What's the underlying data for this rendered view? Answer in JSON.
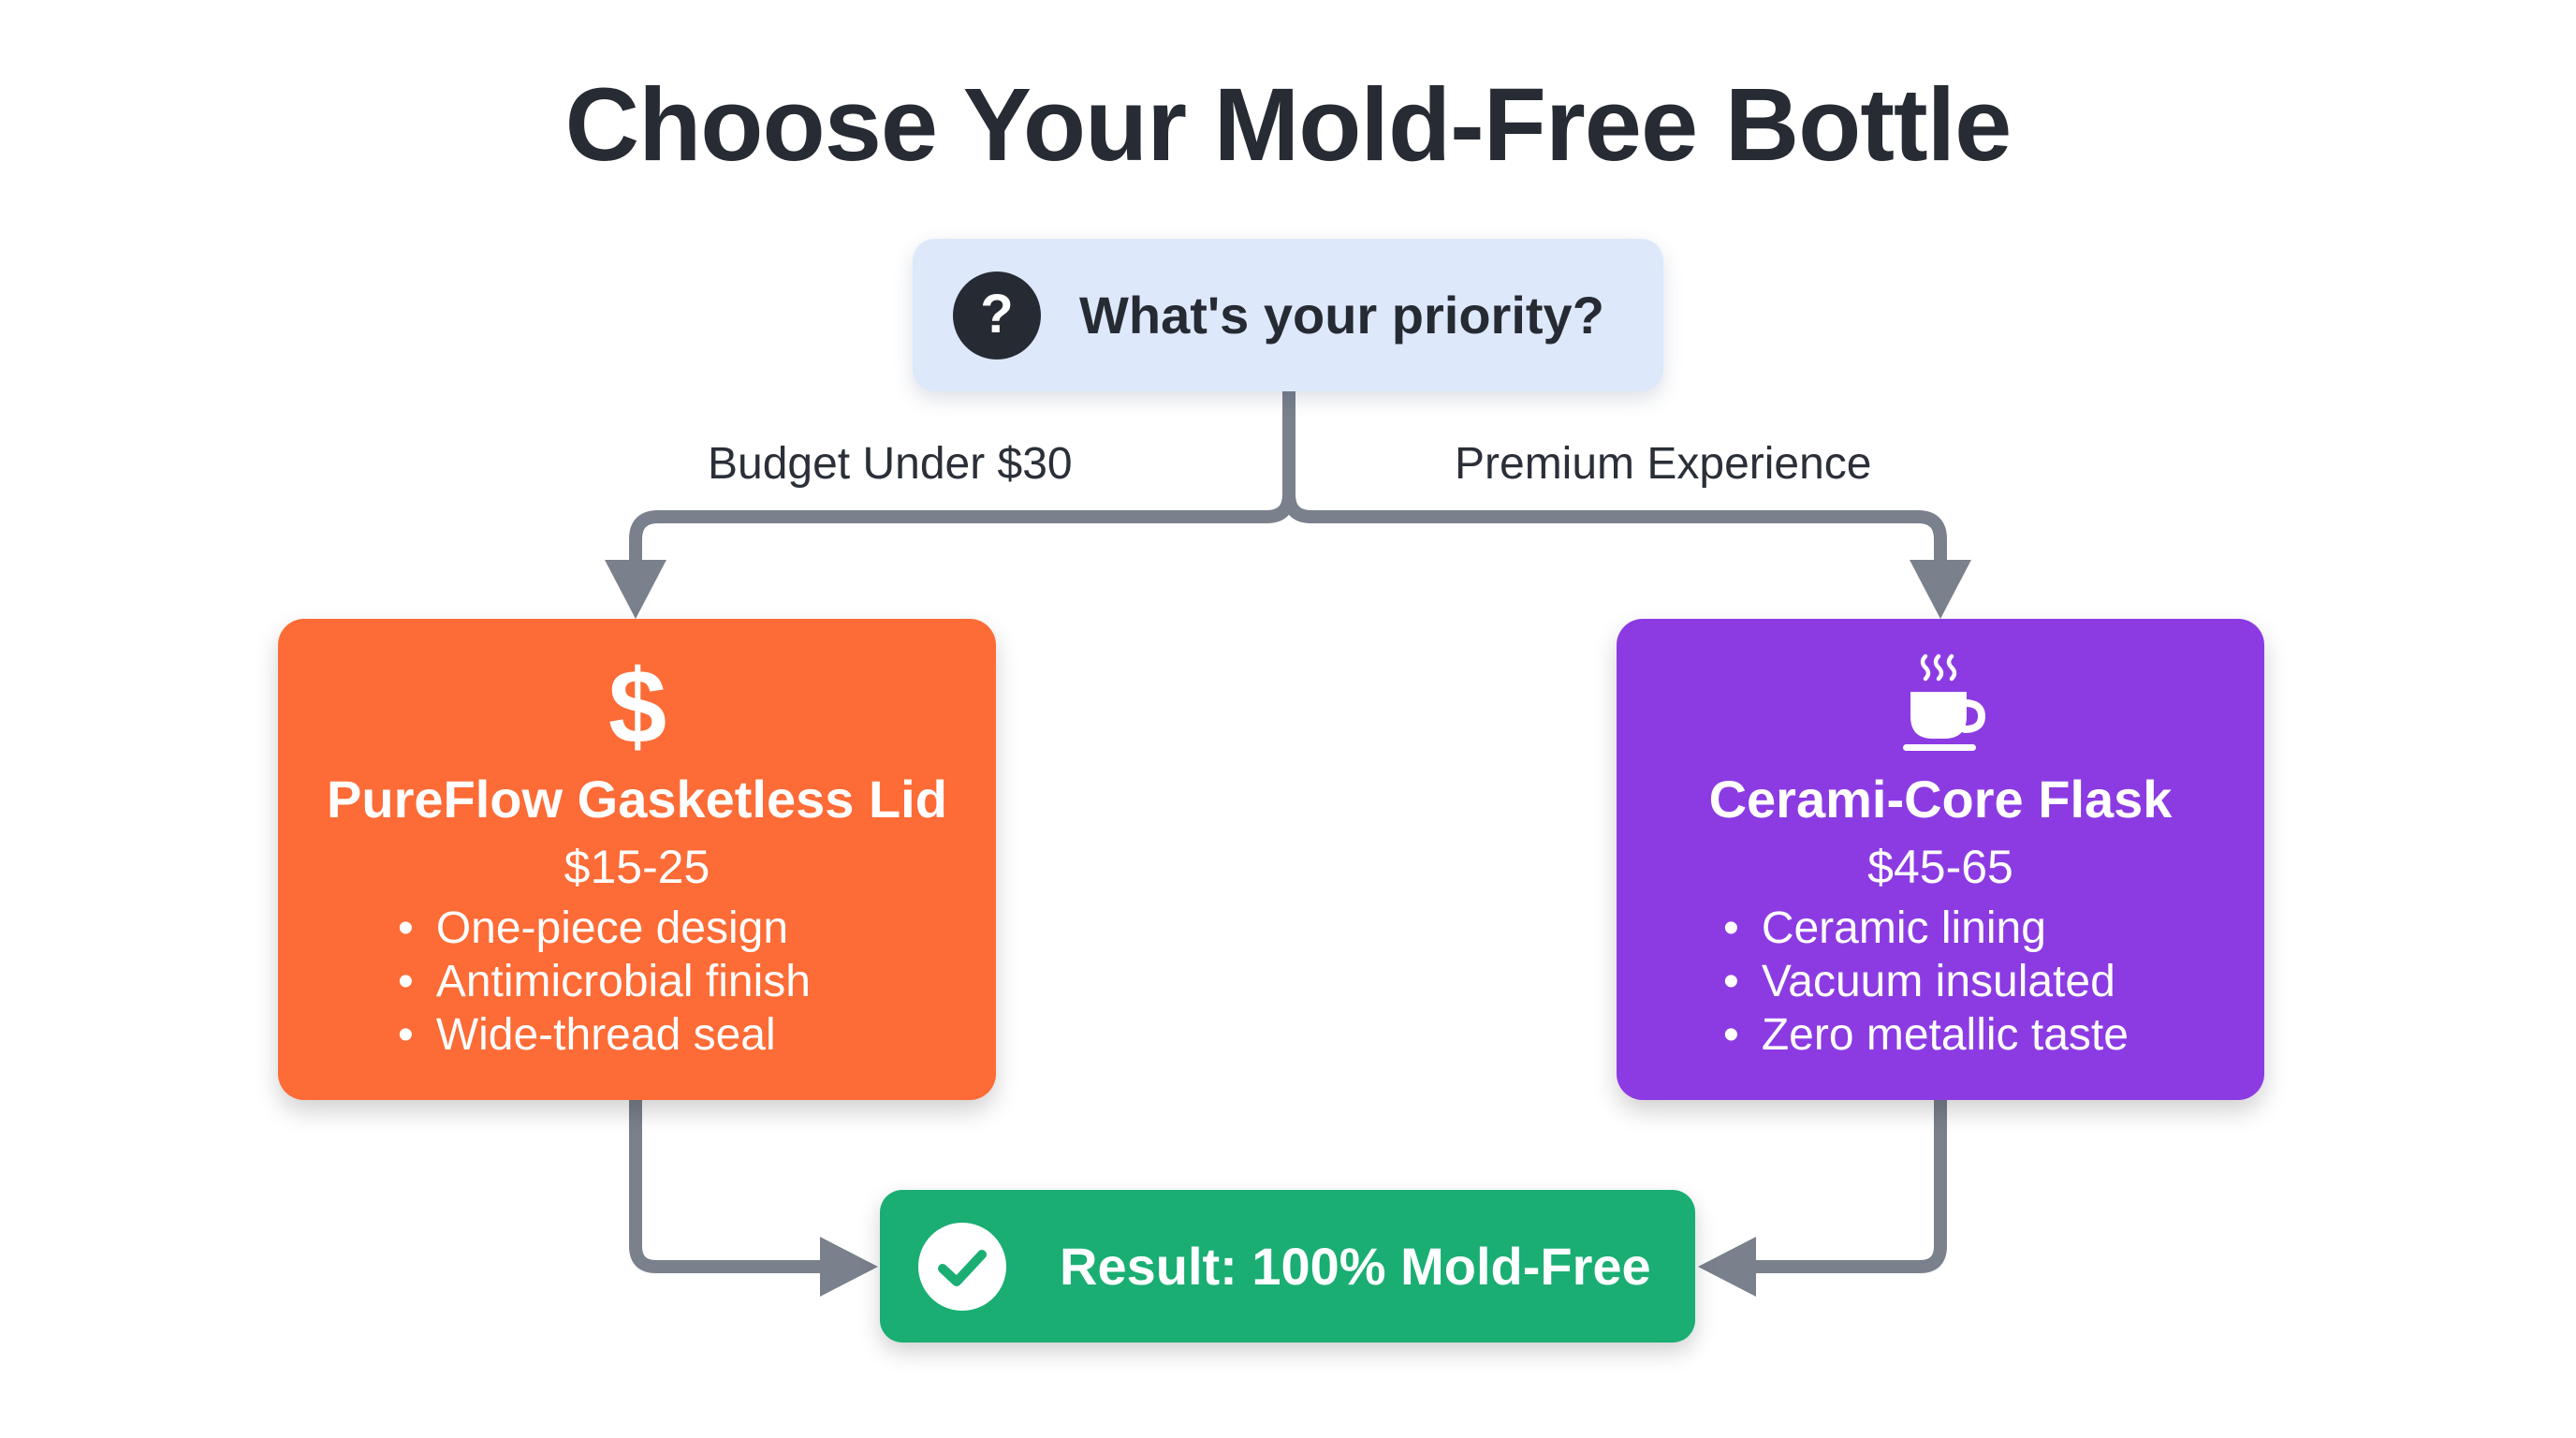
{
  "title": "Choose Your Mold-Free Bottle",
  "question": {
    "icon": "question-circle-icon",
    "text": "What's your priority?"
  },
  "branches": {
    "left_label": "Budget Under $30",
    "right_label": "Premium Experience"
  },
  "options": [
    {
      "icon": "dollar-sign-icon",
      "name": "PureFlow Gasketless Lid",
      "price": "$15-25",
      "features": [
        "One-piece design",
        "Antimicrobial finish",
        "Wide-thread seal"
      ],
      "color": "#fd6b36"
    },
    {
      "icon": "hot-cup-icon",
      "name": "Cerami-Core Flask",
      "price": "$45-65",
      "features": [
        "Ceramic lining",
        "Vacuum insulated",
        "Zero metallic taste"
      ],
      "color": "#8c3be3"
    }
  ],
  "result": {
    "icon": "check-circle-icon",
    "text": "Result: 100% Mold-Free",
    "color": "#1aae73"
  },
  "colors": {
    "connector": "#7a808c",
    "question_bg": "#dde8fb",
    "title_text": "#272b33"
  }
}
